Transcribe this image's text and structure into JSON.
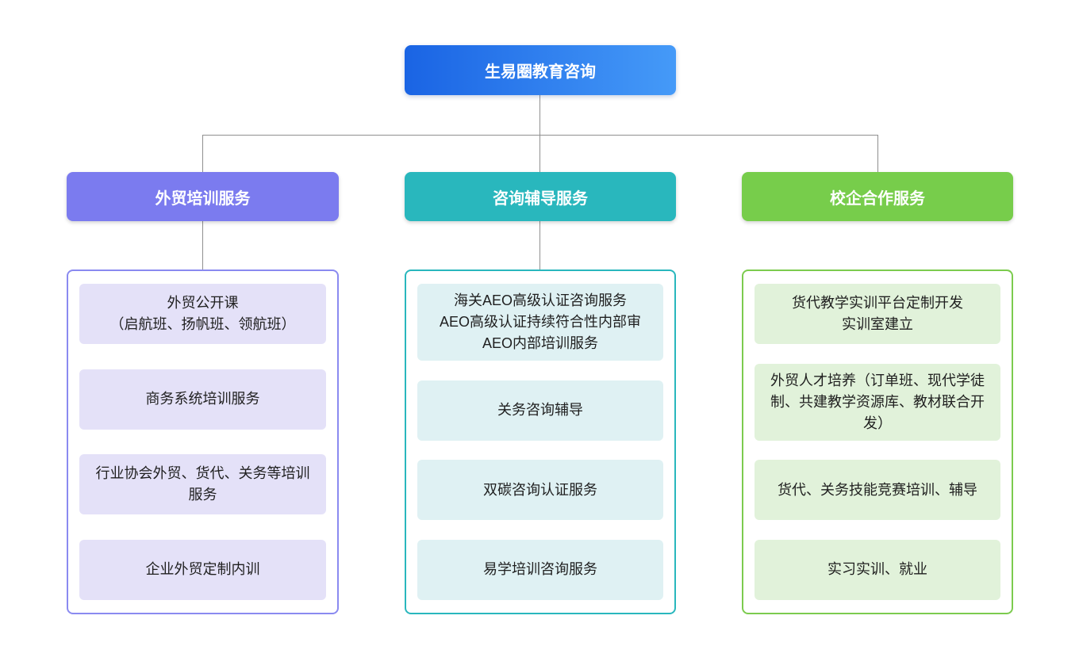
{
  "root": {
    "label": "生易圈教育咨询"
  },
  "root_gradient": {
    "from": "#1A64E4",
    "to": "#459AF8"
  },
  "connector_color": "#8F8F8F",
  "branches": [
    {
      "label": "外贸培训服务",
      "header_color": "#7B7BEF",
      "border_color": "#8A8AF0",
      "item_bg": "#E4E1F8",
      "items": [
        "外贸公开课\n（启航班、扬帆班、领航班）",
        "商务系统培训服务",
        "行业协会外贸、货代、关务等培训服务",
        "企业外贸定制内训"
      ]
    },
    {
      "label": "咨询辅导服务",
      "header_color": "#29B7BD",
      "border_color": "#29B7BD",
      "item_bg": "#DFF1F3",
      "items": [
        "海关AEO高级认证咨询服务\nAEO高级认证持续符合性内部审\nAEO内部培训服务",
        "关务咨询辅导",
        "双碳咨询认证服务",
        "易学培训咨询服务"
      ]
    },
    {
      "label": "校企合作服务",
      "header_color": "#77CD4B",
      "border_color": "#7CCB4E",
      "item_bg": "#E1F2DA",
      "items": [
        "货代教学实训平台定制开发\n实训室建立",
        "外贸人才培养（订单班、现代学徒制、共建教学资源库、教材联合开发）",
        "货代、关务技能竞赛培训、辅导",
        "实习实训、就业"
      ]
    }
  ]
}
